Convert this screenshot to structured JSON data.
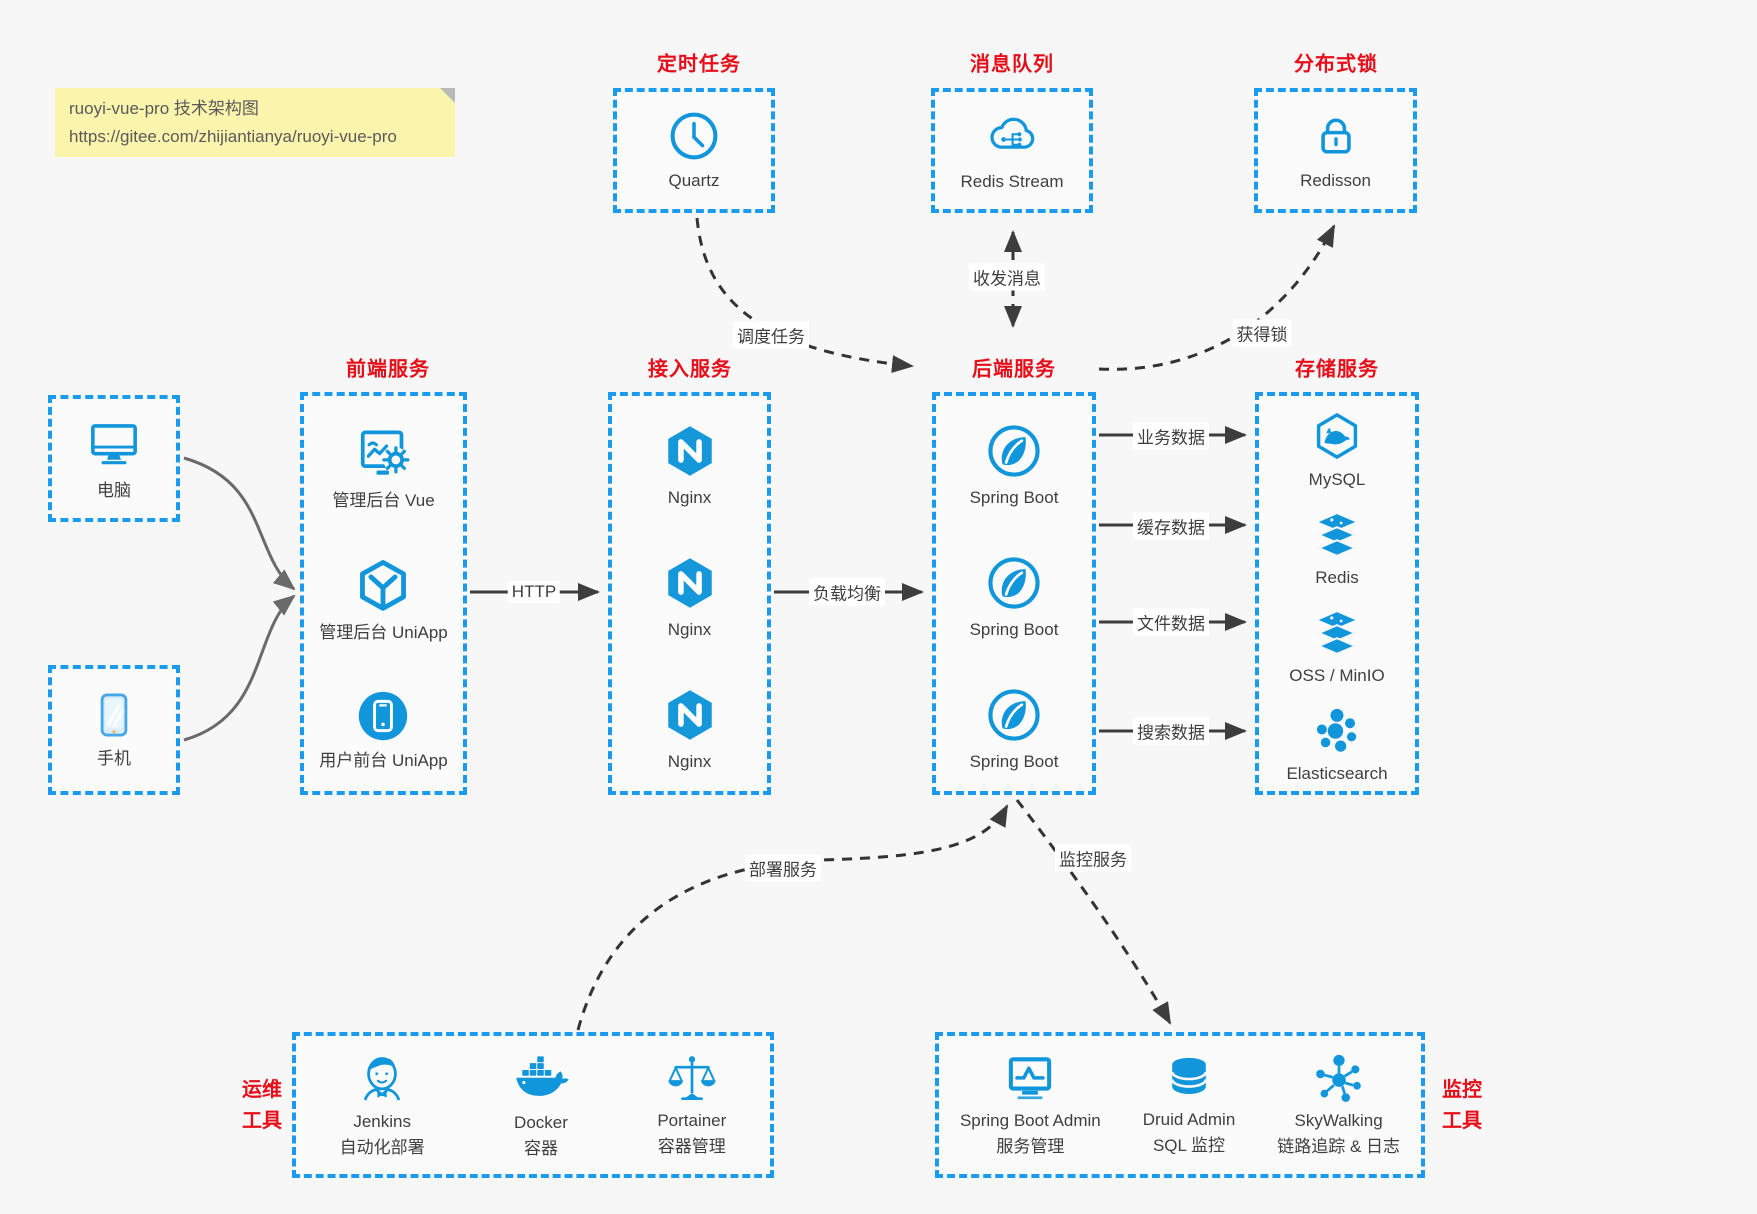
{
  "note": {
    "line1": "ruoyi-vue-pro 技术架构图",
    "line2": "https://gitee.com/zhijiantianya/ruoyi-vue-pro"
  },
  "colors": {
    "icon_blue": "#1296db",
    "border_blue": "#1a9bef",
    "title_red": "#e60e19",
    "note_bg": "#fbf4ad",
    "arrow_dark": "#3d3d3d",
    "client_curve_gray": "#6a6a6a"
  },
  "top_groups": [
    {
      "title": "定时任务",
      "icon": "clock-icon",
      "label": "Quartz"
    },
    {
      "title": "消息队列",
      "icon": "cloud-stream-icon",
      "label": "Redis Stream"
    },
    {
      "title": "分布式锁",
      "icon": "lock-icon",
      "label": "Redisson"
    }
  ],
  "clients": [
    {
      "icon": "desktop-icon",
      "label": "电脑"
    },
    {
      "icon": "phone-icon",
      "label": "手机"
    }
  ],
  "columns": [
    {
      "title": "前端服务",
      "items": [
        {
          "icon": "admin-vue-icon",
          "label": "管理后台 Vue"
        },
        {
          "icon": "uniapp-cube-icon",
          "label": "管理后台 UniApp"
        },
        {
          "icon": "app-circle-icon",
          "label": "用户前台 UniApp"
        }
      ]
    },
    {
      "title": "接入服务",
      "items": [
        {
          "icon": "nginx-icon",
          "label": "Nginx"
        },
        {
          "icon": "nginx-icon",
          "label": "Nginx"
        },
        {
          "icon": "nginx-icon",
          "label": "Nginx"
        }
      ]
    },
    {
      "title": "后端服务",
      "items": [
        {
          "icon": "spring-boot-icon",
          "label": "Spring Boot"
        },
        {
          "icon": "spring-boot-icon",
          "label": "Spring Boot"
        },
        {
          "icon": "spring-boot-icon",
          "label": "Spring Boot"
        }
      ]
    },
    {
      "title": "存储服务",
      "items": [
        {
          "icon": "mysql-icon",
          "label": "MySQL"
        },
        {
          "icon": "redis-stack-icon",
          "label": "Redis"
        },
        {
          "icon": "storage-stack-icon",
          "label": "OSS / MinIO"
        },
        {
          "icon": "elasticsearch-icon",
          "label": "Elasticsearch"
        }
      ]
    }
  ],
  "bottom_groups": [
    {
      "title": "运维工具",
      "title_lines": [
        "运维",
        "工具"
      ],
      "items": [
        {
          "icon": "jenkins-icon",
          "label": "Jenkins",
          "sublabel": "自动化部署"
        },
        {
          "icon": "docker-icon",
          "label": "Docker",
          "sublabel": "容器"
        },
        {
          "icon": "portainer-icon",
          "label": "Portainer",
          "sublabel": "容器管理"
        }
      ]
    },
    {
      "title": "监控工具",
      "title_lines": [
        "监控",
        "工具"
      ],
      "items": [
        {
          "icon": "spring-boot-admin-icon",
          "label": "Spring Boot Admin",
          "sublabel": "服务管理"
        },
        {
          "icon": "druid-icon",
          "label": "Druid Admin",
          "sublabel": "SQL 监控"
        },
        {
          "icon": "skywalking-icon",
          "label": "SkyWalking",
          "sublabel": "链路追踪 & 日志"
        }
      ]
    }
  ],
  "edges": {
    "http": "HTTP",
    "load_balance": "负载均衡",
    "schedule": "调度任务",
    "messaging": "收发消息",
    "acquire_lock": "获得锁",
    "business_data": "业务数据",
    "cache_data": "缓存数据",
    "file_data": "文件数据",
    "search_data": "搜索数据",
    "deploy": "部署服务",
    "monitor": "监控服务"
  }
}
